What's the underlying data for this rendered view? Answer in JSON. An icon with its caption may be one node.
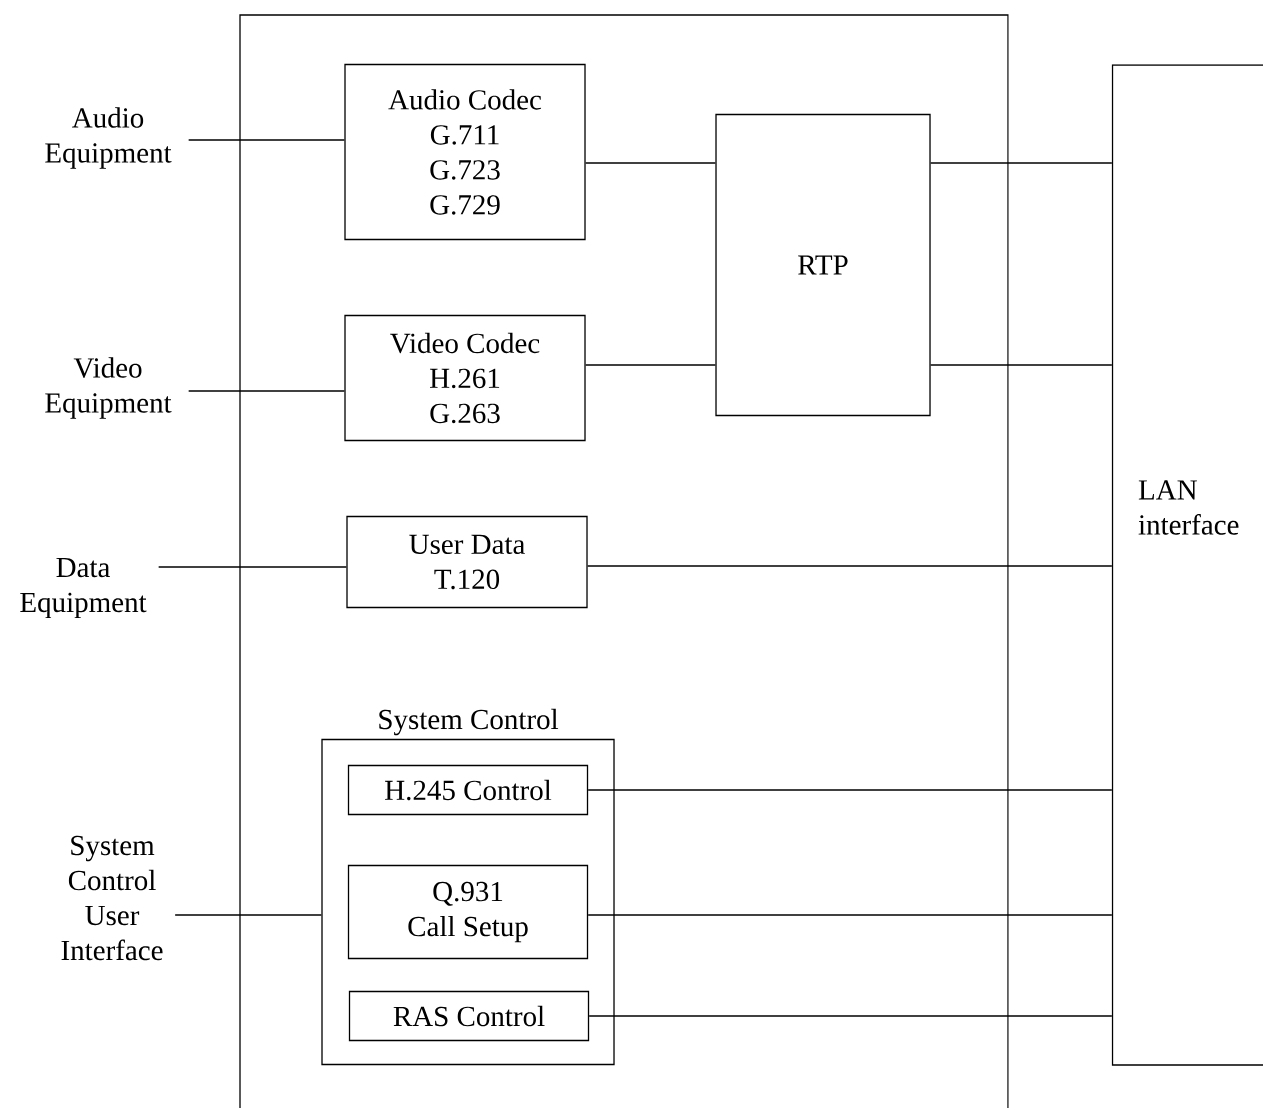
{
  "diagram": {
    "nodes": [
      {
        "text": [
          "Audio Equipment"
        ]
      },
      {
        "text": [
          "Video Equipment"
        ]
      },
      {
        "text": [
          "Data Equipment"
        ]
      },
      {
        "text": [
          "System Control User Interface"
        ]
      },
      {
        "text": [
          "Audio Codec",
          "G.711",
          "G.723",
          "G.729"
        ]
      },
      {
        "text": [
          "Video Codec",
          "H.261",
          "G.263"
        ]
      },
      {
        "text": [
          "User Data",
          "T.120"
        ]
      },
      {
        "text": [
          "RTP"
        ]
      },
      {
        "text": [
          "System Control"
        ]
      },
      {
        "text": [
          "H.245 Control"
        ],
        "in": 8
      },
      {
        "text": [
          "Q.931",
          "Call Setup"
        ],
        "in": 8
      },
      {
        "text": [
          "RAS Control"
        ],
        "in": 8
      },
      {
        "text": [
          "LAN interface"
        ]
      }
    ],
    "edges": [
      {
        "from": 0,
        "to": 4,
        "arrow": "none"
      },
      {
        "from": 1,
        "to": 5,
        "arrow": "none"
      },
      {
        "from": 2,
        "to": 6,
        "arrow": "none"
      },
      {
        "from": 3,
        "to": 8,
        "arrow": "none"
      },
      {
        "from": 4,
        "to": 7,
        "arrow": "none"
      },
      {
        "from": 5,
        "to": 7,
        "arrow": "none"
      },
      {
        "from": 7,
        "to": 12,
        "arrow": "none"
      },
      {
        "from": 7,
        "to": 12,
        "arrow": "none"
      },
      {
        "from": 6,
        "to": 12,
        "arrow": "none"
      },
      {
        "from": 9,
        "to": 12,
        "arrow": "none"
      },
      {
        "from": 10,
        "to": 12,
        "arrow": "none"
      },
      {
        "from": 11,
        "to": 12,
        "arrow": "none"
      }
    ]
  }
}
